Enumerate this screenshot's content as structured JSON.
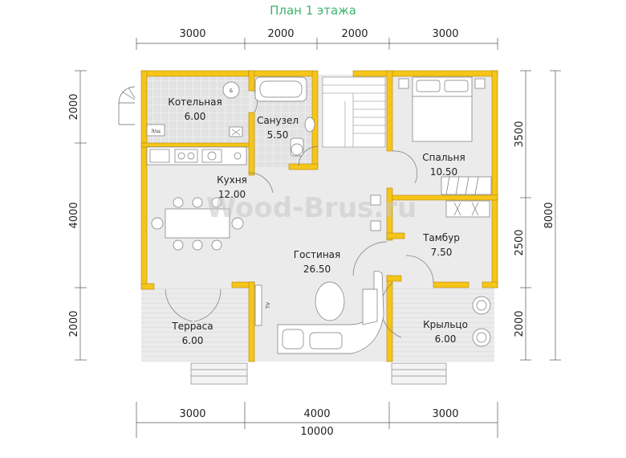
{
  "title": "План 1 этажа",
  "dims_top": [
    "3000",
    "2000",
    "2000",
    "3000"
  ],
  "dims_bottom": [
    "3000",
    "4000",
    "3000"
  ],
  "dim_total_bottom": "10000",
  "dims_left": [
    "2000",
    "4000",
    "2000"
  ],
  "dims_right": [
    "3500",
    "2500",
    "2000"
  ],
  "dim_total_right": "8000",
  "rooms": {
    "boiler": {
      "name": "Котельная",
      "area": "6.00"
    },
    "bathroom": {
      "name": "Санузел",
      "area": "5.50"
    },
    "kitchen": {
      "name": "Кухня",
      "area": "12.00"
    },
    "bedroom": {
      "name": "Спальня",
      "area": "10.50"
    },
    "living": {
      "name": "Гостиная",
      "area": "26.50"
    },
    "vestibule": {
      "name": "Тамбур",
      "area": "7.50"
    },
    "terrace": {
      "name": "Терраса",
      "area": "6.00"
    },
    "porch": {
      "name": "Крыльцо",
      "area": "6.00"
    }
  },
  "labels": {
    "boiler_b": "Б",
    "boiler_eshch": "Э/щ",
    "tv": "TV"
  },
  "watermark": "Wood-Brus.ru",
  "colors": {
    "wall": "#f5c518",
    "floor": "#ebebeb",
    "tile": "#dcdcdc",
    "accent": "#3cb46e"
  }
}
